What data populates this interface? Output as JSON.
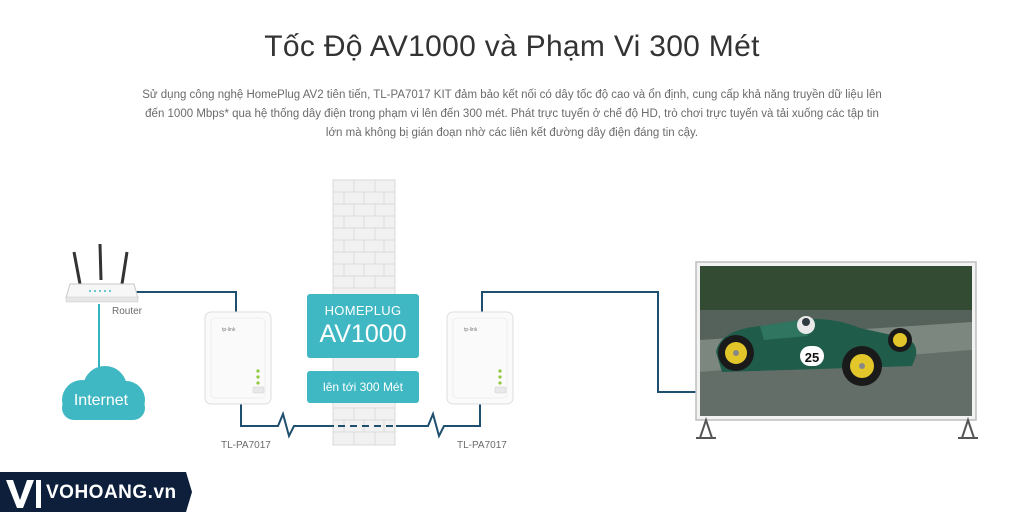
{
  "heading": {
    "title": "Tốc Độ AV1000 và Phạm Vi 300 Mét",
    "description": "Sử dụng công nghệ HomePlug AV2 tiên tiến, TL-PA7017 KIT đảm bảo kết nối có dây tốc độ cao và ổn định, cung cấp khả năng truyền dữ liệu lên đến 1000 Mbps* qua hệ thống dây điện trong phạm vi lên đến 300 mét. Phát trực tuyến ở chế độ HD, trò chơi trực tuyến và tải xuống các tập tin lớn mà không bị gián đoạn nhờ các liên kết đường dây điện đáng tin cậy."
  },
  "diagram": {
    "router_label": "Router",
    "internet_label": "Internet",
    "adapter_left_label": "TL-PA7017",
    "adapter_right_label": "TL-PA7017",
    "homeplug_line1": "HOMEPLUG",
    "homeplug_line2": "AV1000",
    "range_label": "lên tới 300 Mét",
    "adapter_logo": "tp-link",
    "tv_car_number": "25"
  },
  "brand": {
    "name": "VOHOANG.vn"
  },
  "colors": {
    "accent": "#3fb8c3",
    "line": "#1f4f6e",
    "text": "#333333",
    "brand_bg": "#0d1f3a"
  }
}
